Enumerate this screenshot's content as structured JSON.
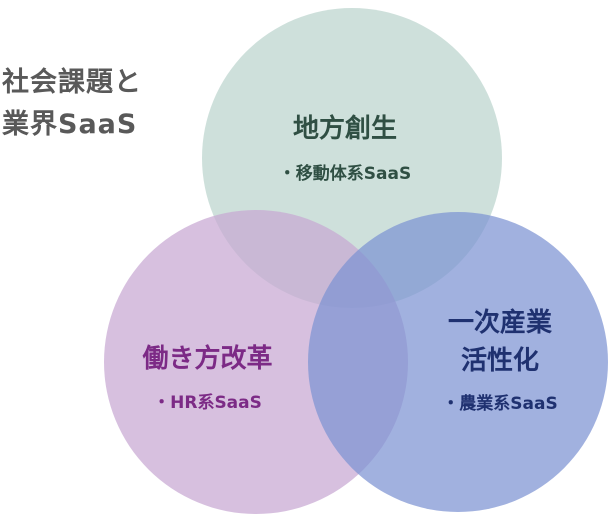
{
  "heading": {
    "line1": "社会課題と",
    "line2": "業界SaaS"
  },
  "circles": [
    {
      "id": "regional",
      "title_lines": [
        "地方創生"
      ],
      "sub": "・移動体系SaaS",
      "fill": "#c7dcd6",
      "text_color": "#2f4f43"
    },
    {
      "id": "work",
      "title_lines": [
        "働き方改革"
      ],
      "sub": "・HR系SaaS",
      "fill": "#d4bcdc",
      "text_color": "#7c2a86"
    },
    {
      "id": "industry",
      "title_lines": [
        "一次産業",
        "活性化"
      ],
      "sub": "・農業系SaaS",
      "fill": "#8ea2d8",
      "text_color": "#1f3170"
    }
  ]
}
